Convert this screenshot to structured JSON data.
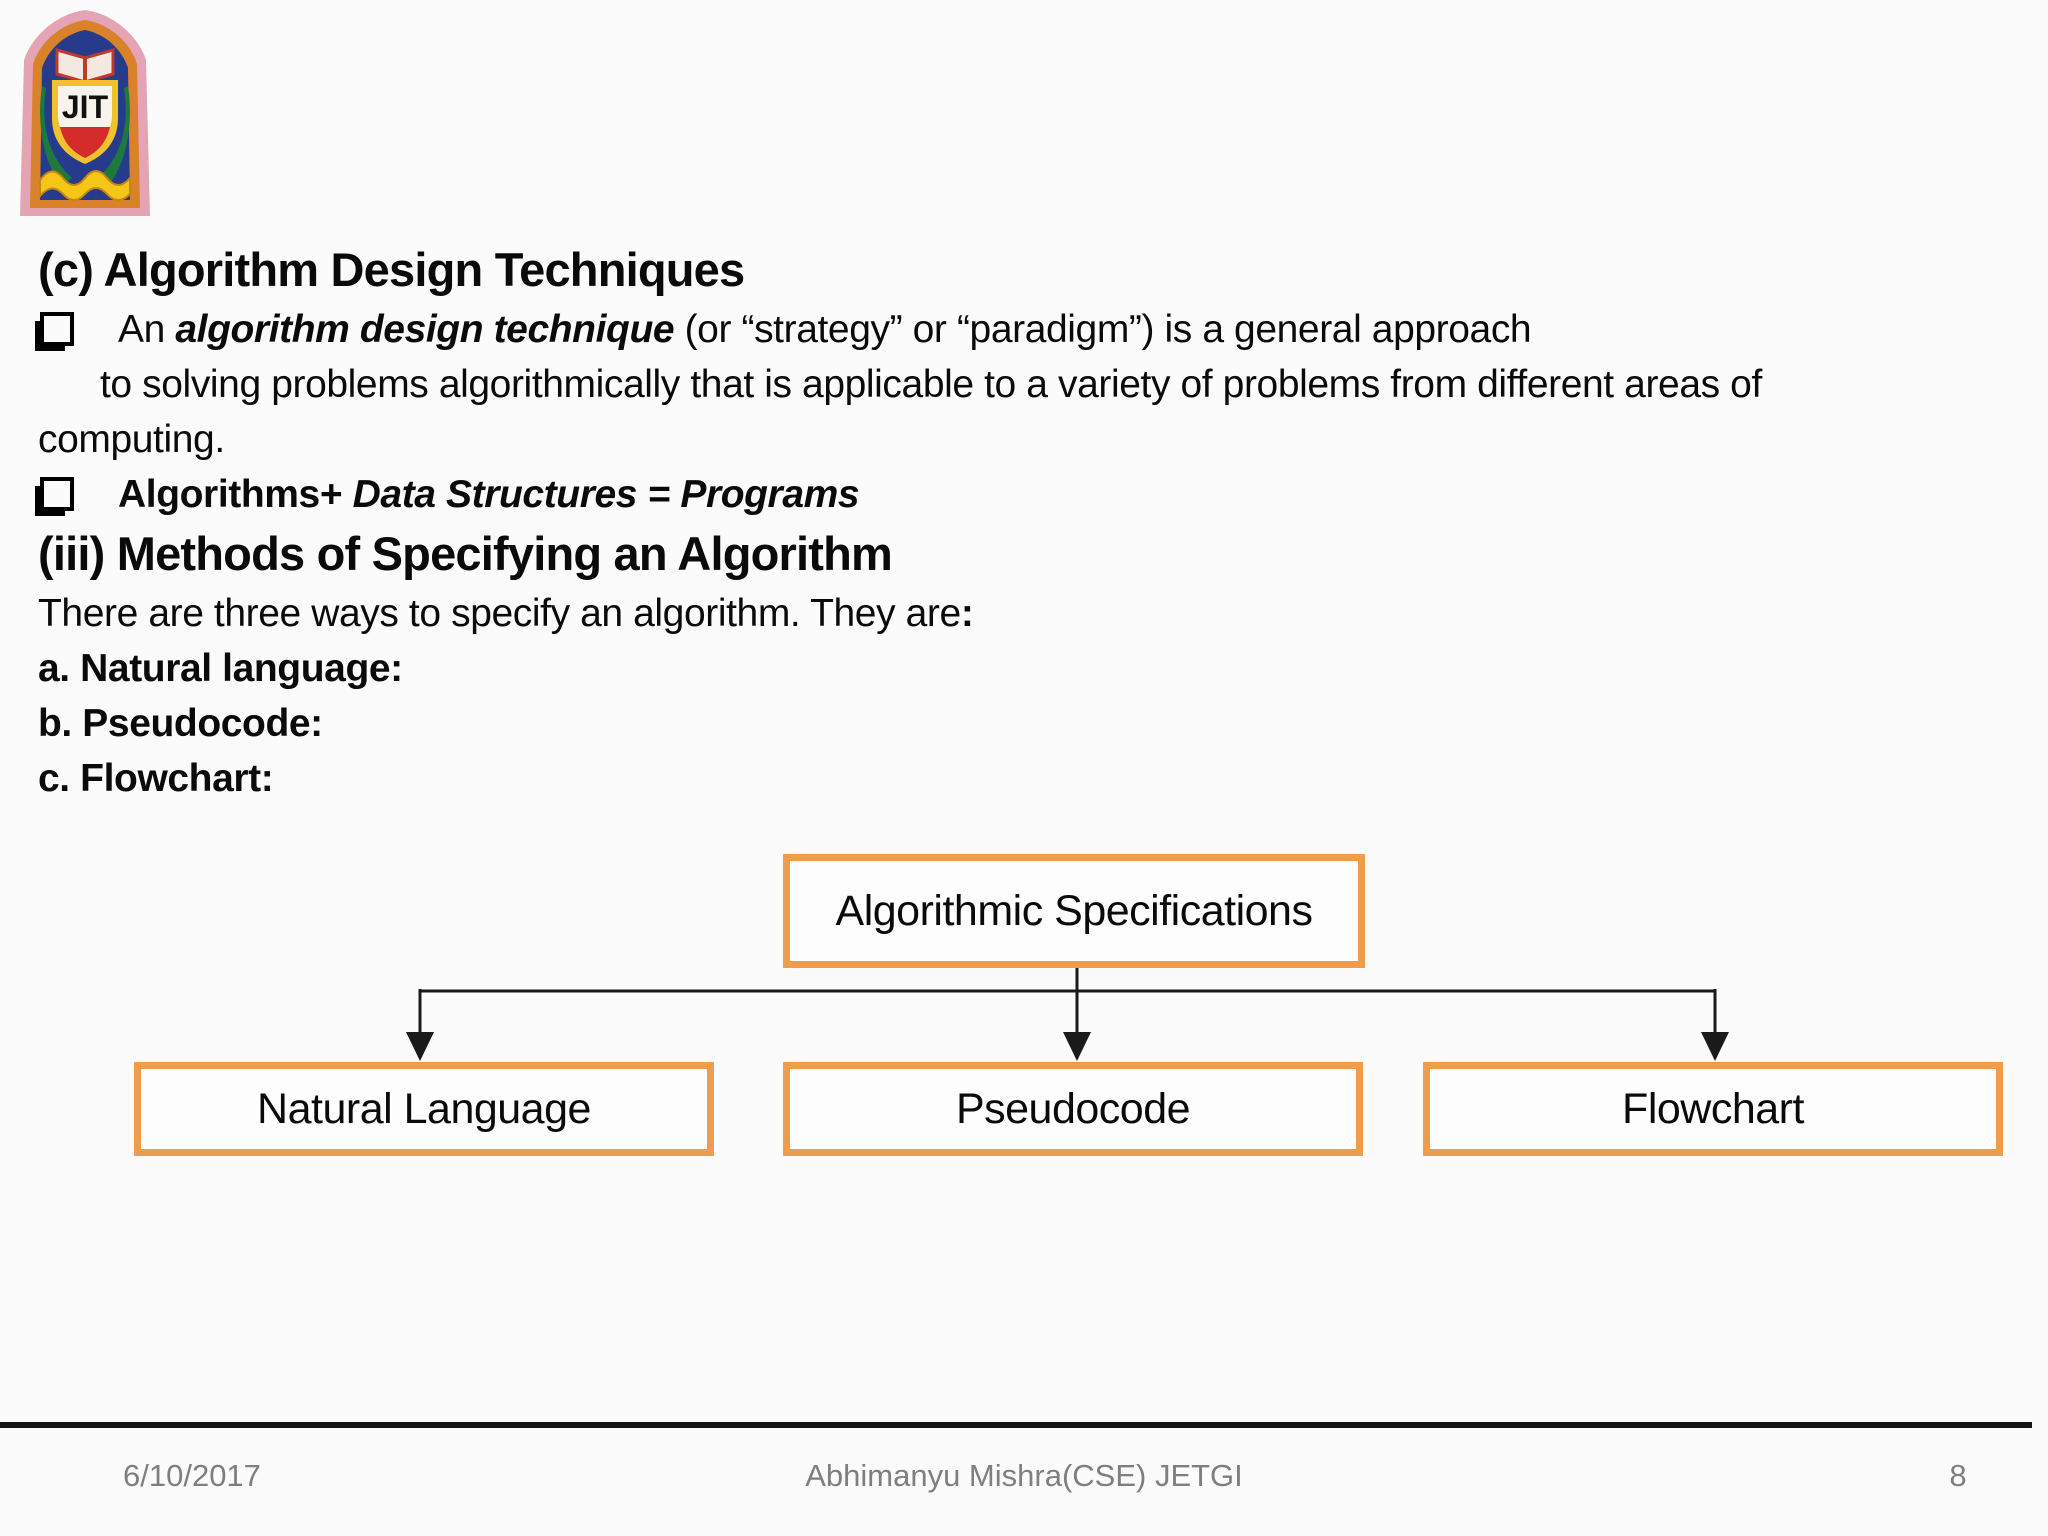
{
  "slide": {
    "title": "(c) Algorithm Design Techniques",
    "bullet1": {
      "prefix": "An ",
      "emphasis": "algorithm design technique",
      "suffix": " (or “strategy” or “paradigm”) is a general approach",
      "wrap_line": "to solving problems algorithmically that is applicable to a variety of problems from different areas of",
      "tail_line": "computing."
    },
    "bullet2": {
      "bold_text": "Algorithms+ ",
      "bold_italic_text": "Data Structures = Programs"
    },
    "subtitle": "(iii) Methods of Specifying an Algorithm",
    "intro": {
      "text": "There are three ways to specify an algorithm. They are",
      "colon": ":"
    },
    "methods": [
      {
        "label": "a. Natural language:"
      },
      {
        "label": "b. Pseudocode:"
      },
      {
        "label": "c. Flowchart:"
      }
    ]
  },
  "diagram": {
    "root": {
      "label": "Algorithmic Specifications"
    },
    "children": [
      {
        "label": "Natural Language"
      },
      {
        "label": "Pseudocode"
      },
      {
        "label": "Flowchart"
      }
    ],
    "box_border_color": "#F09C4D",
    "connector_color": "#1a1a1a"
  },
  "logo": {
    "monogram": "JIT"
  },
  "footer": {
    "date": "6/10/2017",
    "author": "Abhimanyu Mishra(CSE) JETGI",
    "page_number": "8"
  }
}
